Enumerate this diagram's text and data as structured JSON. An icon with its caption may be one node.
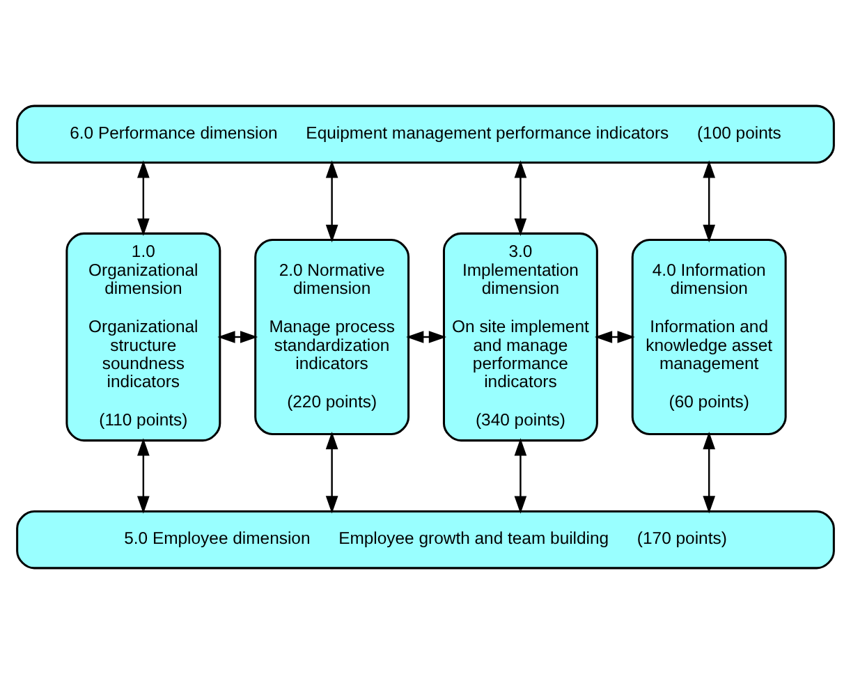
{
  "diagram": {
    "nodes": [
      {
        "text": [
          "6.0 Performance dimension",
          "Equipment management performance indicators",
          "(100 points"
        ]
      },
      {
        "text": [
          "1.0 Organizational dimension",
          "Organizational structure soundness indicators",
          "(110 points)"
        ]
      },
      {
        "text": [
          "2.0 Normative dimension",
          "Manage process standardization indicators",
          "(220 points)"
        ]
      },
      {
        "text": [
          "3.0 Implementation dimension",
          "On site implement and manage performance indicators",
          "(340 points)"
        ]
      },
      {
        "text": [
          "4.0 Information dimension",
          "Information and knowledge asset management",
          "(60 points)"
        ]
      },
      {
        "text": [
          "5.0 Employee dimension",
          "Employee growth and team building",
          "(170 points)"
        ]
      }
    ],
    "edges": [
      {
        "from": 0,
        "to": 1,
        "arrow": "both"
      },
      {
        "from": 0,
        "to": 2,
        "arrow": "both"
      },
      {
        "from": 0,
        "to": 3,
        "arrow": "both"
      },
      {
        "from": 0,
        "to": 4,
        "arrow": "both"
      },
      {
        "from": 1,
        "to": 2,
        "arrow": "both"
      },
      {
        "from": 2,
        "to": 3,
        "arrow": "both"
      },
      {
        "from": 3,
        "to": 4,
        "arrow": "both"
      },
      {
        "from": 1,
        "to": 5,
        "arrow": "both"
      },
      {
        "from": 2,
        "to": 5,
        "arrow": "both"
      },
      {
        "from": 3,
        "to": 5,
        "arrow": "both"
      },
      {
        "from": 4,
        "to": 5,
        "arrow": "both"
      }
    ]
  }
}
